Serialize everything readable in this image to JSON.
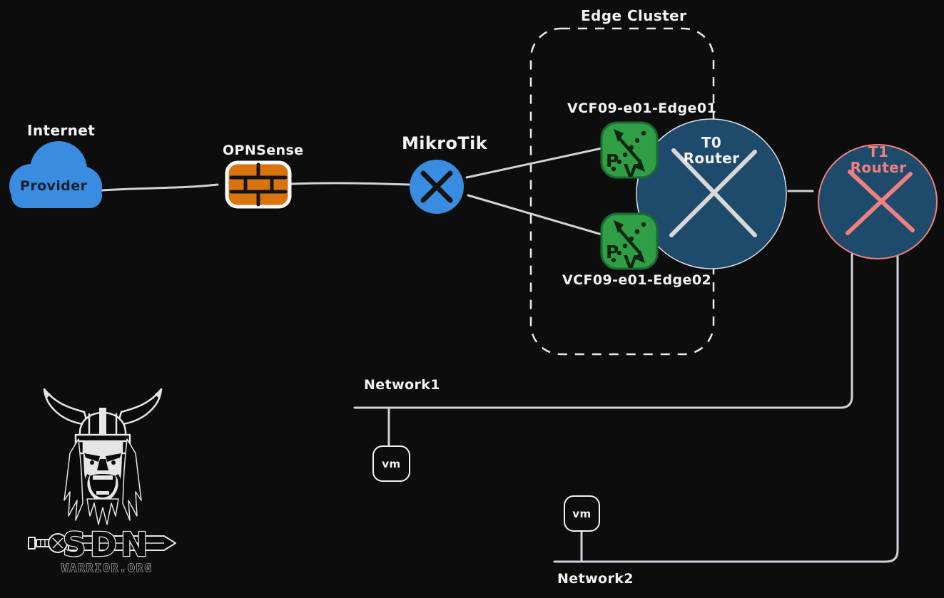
{
  "colors": {
    "background": "#0d0d0d",
    "node_blue": "#3a8ce0",
    "firewall_orange": "#d9730d",
    "edge_green": "#2f9e44",
    "router_navy": "#1e4a6b",
    "t1_salmon": "#f08080",
    "connector_gray": "#ced4da",
    "text_white": "#f1f3f5"
  },
  "nodes": {
    "internet": {
      "label": "Internet",
      "sublabel": "Provider"
    },
    "opnsense": {
      "label": "OPNSense"
    },
    "mikrotik": {
      "label": "MikroTik"
    },
    "edge_cluster": {
      "label": "Edge Cluster"
    },
    "edge01": {
      "label": "VCF09-e01-Edge01"
    },
    "edge02": {
      "label": "VCF09-e01-Edge02"
    },
    "t0_router": {
      "line1": "T0",
      "line2": "Router"
    },
    "t1_router": {
      "line1": "T1",
      "line2": "Router"
    },
    "network1": {
      "label": "Network1",
      "vm": "vm"
    },
    "network2": {
      "label": "Network2",
      "vm": "vm"
    }
  },
  "edge_icon": {
    "letter_p": "P",
    "letter_v": "V"
  },
  "logo": {
    "title": "SDN",
    "subtitle": "WARRIOR.ORG"
  }
}
